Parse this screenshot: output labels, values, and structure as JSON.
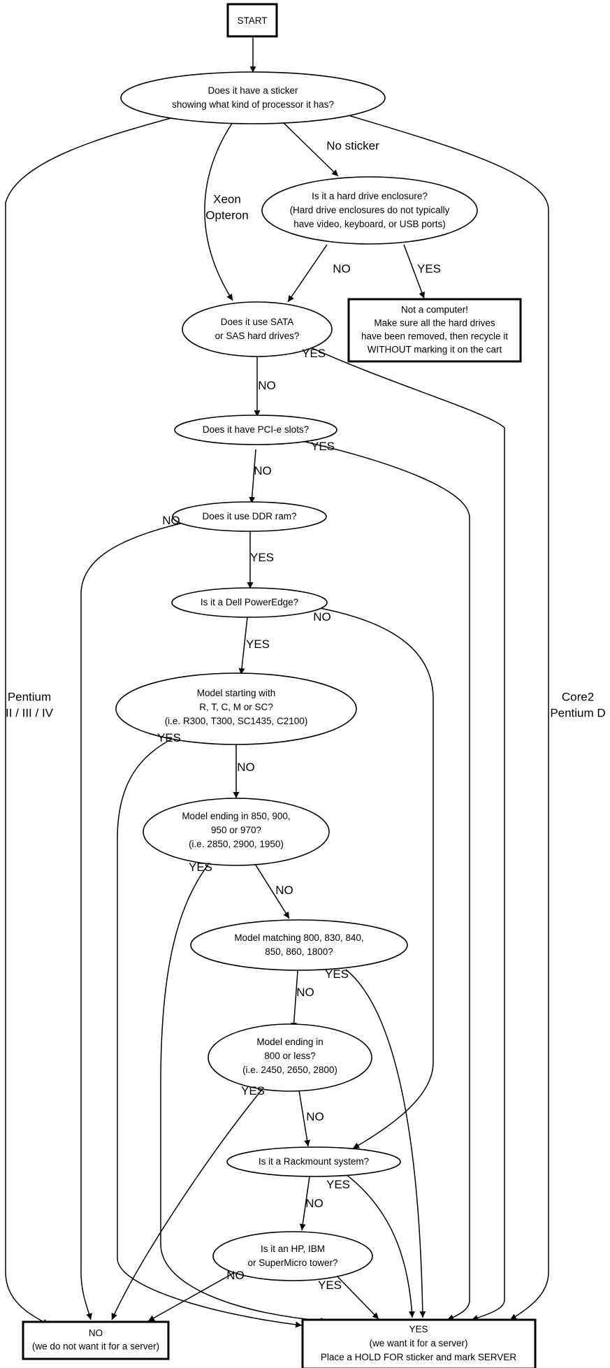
{
  "nodes": {
    "start": {
      "lines": [
        "START"
      ]
    },
    "sticker": {
      "lines": [
        "Does it have a sticker",
        "showing what kind of processor it has?"
      ]
    },
    "enclosure": {
      "lines": [
        "Is it a hard drive enclosure?",
        "(Hard drive enclosures do not typically",
        "have video, keyboard, or USB ports)"
      ]
    },
    "not_computer": {
      "lines": [
        "Not a computer!",
        "Make sure all the hard drives",
        "have been removed, then recycle it",
        "WITHOUT marking it on the cart"
      ]
    },
    "sata": {
      "lines": [
        "Does it use SATA",
        "or SAS hard drives?"
      ]
    },
    "pcie": {
      "lines": [
        "Does it have PCI-e slots?"
      ]
    },
    "ddr": {
      "lines": [
        "Does it use DDR ram?"
      ]
    },
    "poweredge": {
      "lines": [
        "Is it a Dell PowerEdge?"
      ]
    },
    "model_rtcm": {
      "lines": [
        "Model starting with",
        "R, T, C, M or SC?",
        "(i.e. R300, T300, SC1435, C2100)"
      ]
    },
    "model_850": {
      "lines": [
        "Model ending in 850, 900,",
        "950 or 970?",
        "(i.e. 2850, 2900, 1950)"
      ]
    },
    "model_800": {
      "lines": [
        "Model matching 800, 830, 840,",
        "850, 860, 1800?"
      ]
    },
    "model_le800": {
      "lines": [
        "Model ending in",
        "800 or less?",
        "(i.e. 2450, 2650, 2800)"
      ]
    },
    "rackmount": {
      "lines": [
        "Is it a Rackmount system?"
      ]
    },
    "tower": {
      "lines": [
        "Is it an HP, IBM",
        "or SuperMicro tower?"
      ]
    },
    "no_server": {
      "lines": [
        "NO",
        "(we do not want it for a server)"
      ]
    },
    "yes_server": {
      "lines": [
        "YES",
        "(we want it for a server)",
        "Place a HOLD FOR sticker and mark SERVER"
      ]
    }
  },
  "edges": {
    "pentium_label": {
      "lines": [
        "Pentium",
        "II / III / IV"
      ]
    },
    "xeon_label": {
      "lines": [
        "Xeon",
        "Opteron"
      ]
    },
    "nosticker_label": {
      "lines": [
        "No sticker"
      ]
    },
    "core2_label": {
      "lines": [
        "Core2",
        "Pentium D"
      ]
    },
    "enc_no": {
      "lines": [
        "NO"
      ]
    },
    "enc_yes": {
      "lines": [
        "YES"
      ]
    },
    "sata_yes": {
      "lines": [
        "YES"
      ]
    },
    "sata_no": {
      "lines": [
        "NO"
      ]
    },
    "pcie_yes": {
      "lines": [
        "YES"
      ]
    },
    "pcie_no": {
      "lines": [
        "NO"
      ]
    },
    "ddr_no": {
      "lines": [
        "NO"
      ]
    },
    "ddr_yes": {
      "lines": [
        "YES"
      ]
    },
    "pe_no": {
      "lines": [
        "NO"
      ]
    },
    "pe_yes": {
      "lines": [
        "YES"
      ]
    },
    "rtcm_yes": {
      "lines": [
        "YES"
      ]
    },
    "rtcm_no": {
      "lines": [
        "NO"
      ]
    },
    "m850_yes": {
      "lines": [
        "YES"
      ]
    },
    "m850_no": {
      "lines": [
        "NO"
      ]
    },
    "m800_yes": {
      "lines": [
        "YES"
      ]
    },
    "m800_no": {
      "lines": [
        "NO"
      ]
    },
    "le800_yes": {
      "lines": [
        "YES"
      ]
    },
    "le800_no": {
      "lines": [
        "NO"
      ]
    },
    "rack_yes": {
      "lines": [
        "YES"
      ]
    },
    "rack_no": {
      "lines": [
        "NO"
      ]
    },
    "tower_no": {
      "lines": [
        "NO"
      ]
    },
    "tower_yes": {
      "lines": [
        "YES"
      ]
    }
  }
}
